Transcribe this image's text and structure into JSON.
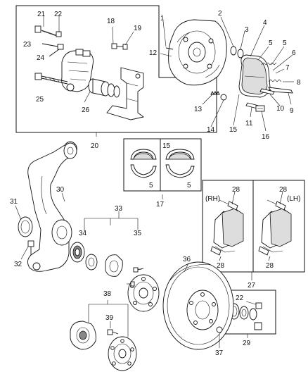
{
  "callouts": {
    "c1": "1",
    "c2": "2",
    "c3": "3",
    "c4": "4",
    "c5a": "5",
    "c5b": "5",
    "c5c": "5",
    "c5d": "5",
    "c6": "6",
    "c7": "7",
    "c8": "8",
    "c9": "9",
    "c10": "10",
    "c11": "11",
    "c12": "12",
    "c13": "13",
    "c14": "14",
    "c15a": "15",
    "c15b": "15",
    "c16": "16",
    "c17": "17",
    "c18": "18",
    "c19": "19",
    "c20": "20",
    "c21": "21",
    "c22a": "22",
    "c22b": "22",
    "c23": "23",
    "c24": "24",
    "c25": "25",
    "c26": "26",
    "c27": "27",
    "c28a": "28",
    "c28b": "28",
    "c28c": "28",
    "c28d": "28",
    "c29": "29",
    "c30": "30",
    "c31": "31",
    "c32": "32",
    "c33": "33",
    "c34": "34",
    "c35": "35",
    "c36": "36",
    "c37": "37",
    "c38": "38",
    "c39": "39"
  },
  "labels": {
    "rh": "(RH)",
    "lh": "(LH)"
  }
}
